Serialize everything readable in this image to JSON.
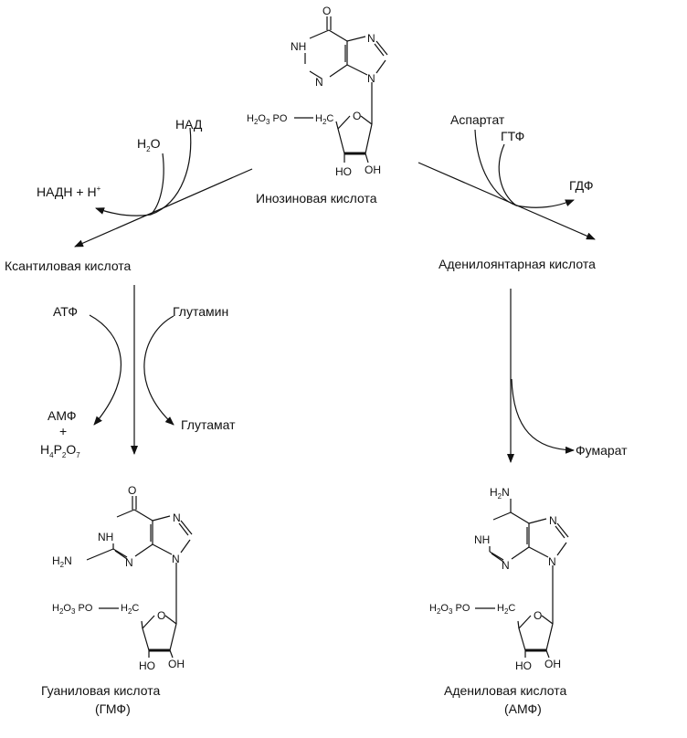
{
  "compounds": {
    "inosinic": "Инозиновая кислота",
    "xanthylic": "Ксантиловая кислота",
    "adenylosuccinic": "Аденилоянтарная кислота",
    "guanylic_line1": "Гуаниловая кислота",
    "guanylic_line2": "(ГМФ)",
    "adenylic_line1": "Адениловая кислота",
    "adenylic_line2": "(АМФ)"
  },
  "reagents": {
    "nad": "НАД",
    "h2o": "H",
    "h2o_sub": "2",
    "h2o_o": "O",
    "nadh": "НАДН + H",
    "nadh_sup": "+",
    "atp": "АТФ",
    "glutamine": "Глутамин",
    "amp": "АМФ",
    "plus": "+",
    "ppi_h": "H",
    "ppi_4": "4",
    "ppi_p": "P",
    "ppi_2": "2",
    "ppi_o": "O",
    "ppi_7": "7",
    "glutamate": "Глутамат",
    "aspartate": "Аспартат",
    "gtp": "ГТФ",
    "gdp": "ГДФ",
    "fumarate": "Фумарат"
  },
  "atoms": {
    "O": "O",
    "NH": "NH",
    "N": "N",
    "H2N": "H",
    "H2N_sub": "2",
    "H2N_N": "N",
    "phosphate": "H",
    "phosphate_sub1": "2",
    "phosphate_mid": "O",
    "phosphate_sub2": "3",
    "phosphate_end": " PO",
    "ch2": "H",
    "ch2_sub": "2",
    "ch2_c": "C",
    "ring_o": "O",
    "ho": "HO",
    "oh": "OH"
  }
}
